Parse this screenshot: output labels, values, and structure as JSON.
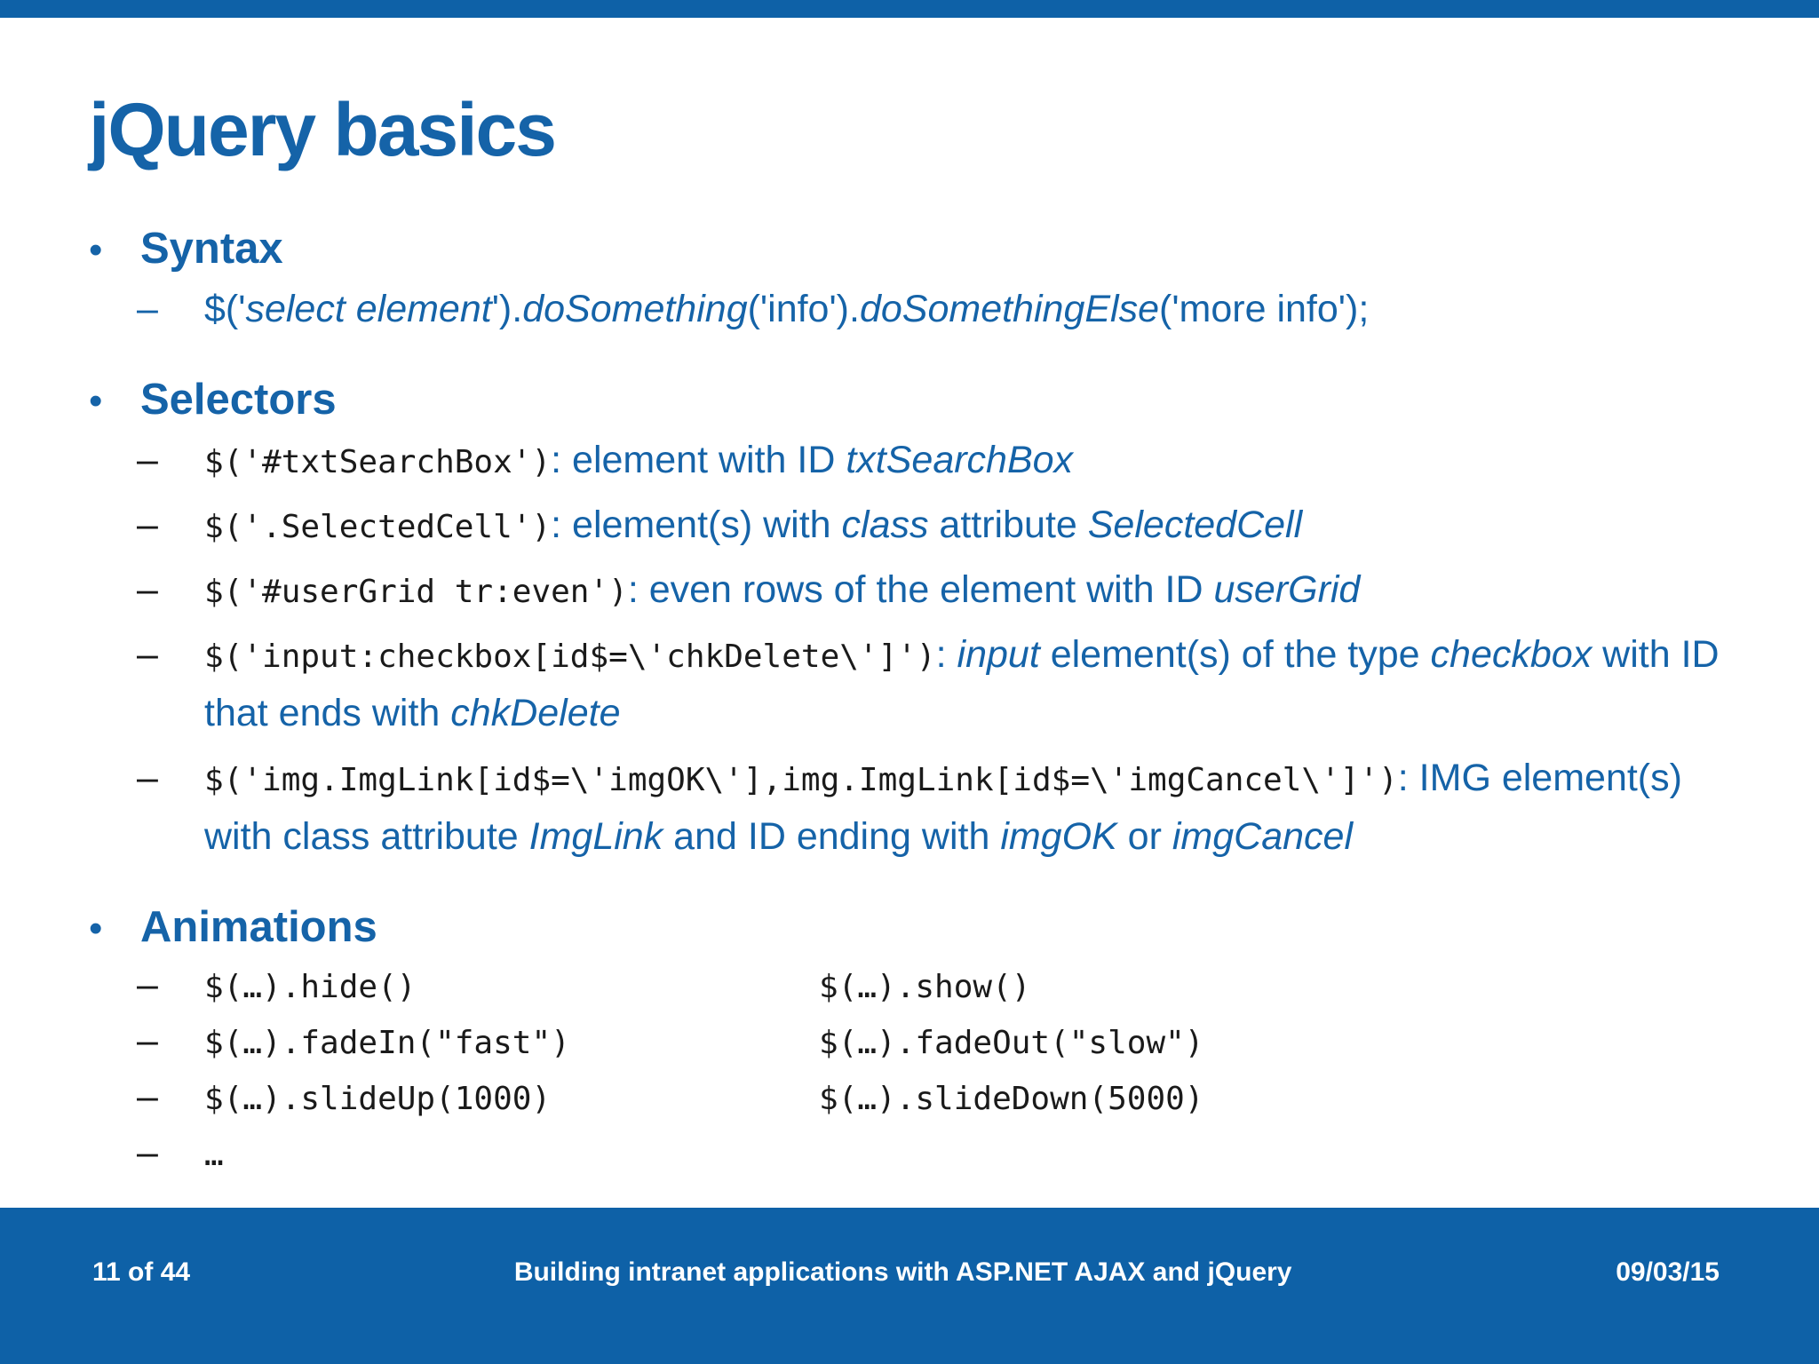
{
  "colors": {
    "accent": "#1563A8",
    "footer_bg": "#0E61A7",
    "code_text": "#1A1A1A",
    "footer_text": "#FFFFFF"
  },
  "title": "jQuery basics",
  "sections": [
    {
      "heading": "Syntax",
      "items": [
        {
          "type": "rich",
          "segments": [
            {
              "t": "$('",
              "s": "plain"
            },
            {
              "t": "select element",
              "s": "italic"
            },
            {
              "t": "').",
              "s": "plain"
            },
            {
              "t": "doSomething",
              "s": "italic"
            },
            {
              "t": "('info').",
              "s": "plain"
            },
            {
              "t": "doSomethingElse",
              "s": "italic"
            },
            {
              "t": "('more info');",
              "s": "plain"
            }
          ]
        }
      ]
    },
    {
      "heading": "Selectors",
      "items": [
        {
          "type": "rich",
          "segments": [
            {
              "t": "$('#txtSearchBox')",
              "s": "code"
            },
            {
              "t": ": element with ID ",
              "s": "plain"
            },
            {
              "t": "txtSearchBox",
              "s": "italic"
            }
          ]
        },
        {
          "type": "rich",
          "segments": [
            {
              "t": "$('.SelectedCell')",
              "s": "code"
            },
            {
              "t": ": element(s) with ",
              "s": "plain"
            },
            {
              "t": "class",
              "s": "italic"
            },
            {
              "t": " attribute ",
              "s": "plain"
            },
            {
              "t": "SelectedCell",
              "s": "italic"
            }
          ]
        },
        {
          "type": "rich",
          "segments": [
            {
              "t": "$('#userGrid tr:even')",
              "s": "code"
            },
            {
              "t": ": even rows of the element with ID ",
              "s": "plain"
            },
            {
              "t": "userGrid",
              "s": "italic"
            }
          ]
        },
        {
          "type": "rich",
          "segments": [
            {
              "t": "$('input:checkbox[id$=\\'chkDelete\\']')",
              "s": "code"
            },
            {
              "t": ": ",
              "s": "plain"
            },
            {
              "t": "input",
              "s": "italic"
            },
            {
              "t": " element(s) of the type ",
              "s": "plain"
            },
            {
              "t": "checkbox",
              "s": "italic"
            },
            {
              "t": " with ID that ends with ",
              "s": "plain"
            },
            {
              "t": "chkDelete",
              "s": "italic"
            }
          ]
        },
        {
          "type": "rich",
          "segments": [
            {
              "t": "$('img.ImgLink[id$=\\'imgOK\\'],img.ImgLink[id$=\\'imgCancel\\']')",
              "s": "code"
            },
            {
              "t": ": IMG element(s) with class attribute ",
              "s": "plain"
            },
            {
              "t": "ImgLink",
              "s": "italic"
            },
            {
              "t": " and ID ending with ",
              "s": "plain"
            },
            {
              "t": "imgOK",
              "s": "italic"
            },
            {
              "t": " or ",
              "s": "plain"
            },
            {
              "t": "imgCancel",
              "s": "italic"
            }
          ]
        }
      ]
    },
    {
      "heading": "Animations",
      "items": [
        {
          "type": "pair",
          "left": "$(…).hide()",
          "right": "$(…).show()"
        },
        {
          "type": "pair",
          "left": "$(…).fadeIn(\"fast\")",
          "right": "$(…).fadeOut(\"slow\")"
        },
        {
          "type": "pair",
          "left": "$(…).slideUp(1000)",
          "right": "$(…).slideDown(5000)"
        },
        {
          "type": "pair",
          "left": "…",
          "right": ""
        }
      ]
    }
  ],
  "footer": {
    "page_number": "11 of 44",
    "deck_title": "Building intranet applications with ASP.NET AJAX and jQuery",
    "date": "09/03/15"
  }
}
